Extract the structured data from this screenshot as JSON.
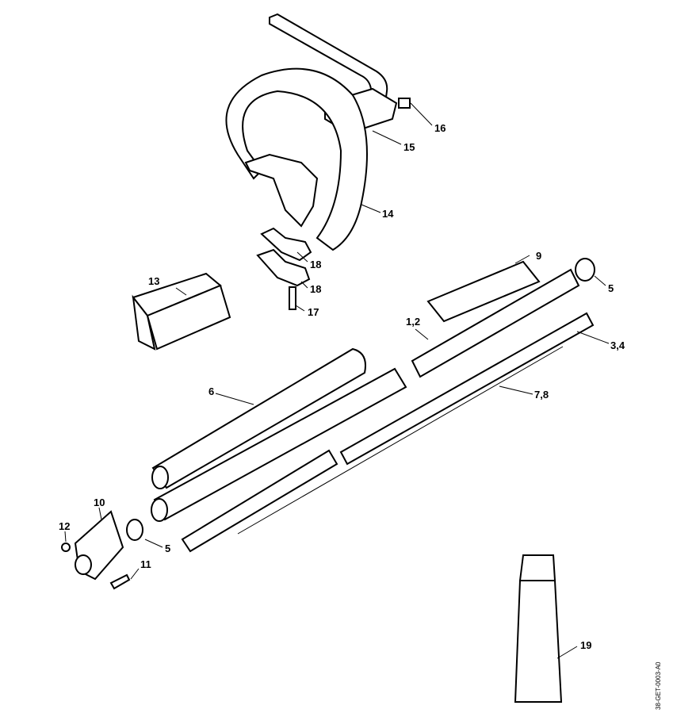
{
  "diagram_code": "38-GET-0003-A0",
  "parts": [
    {
      "id": "16",
      "label": "16"
    },
    {
      "id": "15",
      "label": "15"
    },
    {
      "id": "14",
      "label": "14"
    },
    {
      "id": "9",
      "label": "9"
    },
    {
      "id": "5a",
      "label": "5"
    },
    {
      "id": "18a",
      "label": "18"
    },
    {
      "id": "18b",
      "label": "18"
    },
    {
      "id": "13",
      "label": "13"
    },
    {
      "id": "17",
      "label": "17"
    },
    {
      "id": "1_2",
      "label": "1,2"
    },
    {
      "id": "3_4",
      "label": "3,4"
    },
    {
      "id": "6",
      "label": "6"
    },
    {
      "id": "7_8",
      "label": "7,8"
    },
    {
      "id": "10",
      "label": "10"
    },
    {
      "id": "12",
      "label": "12"
    },
    {
      "id": "5b",
      "label": "5"
    },
    {
      "id": "11",
      "label": "11"
    },
    {
      "id": "19",
      "label": "19"
    }
  ]
}
